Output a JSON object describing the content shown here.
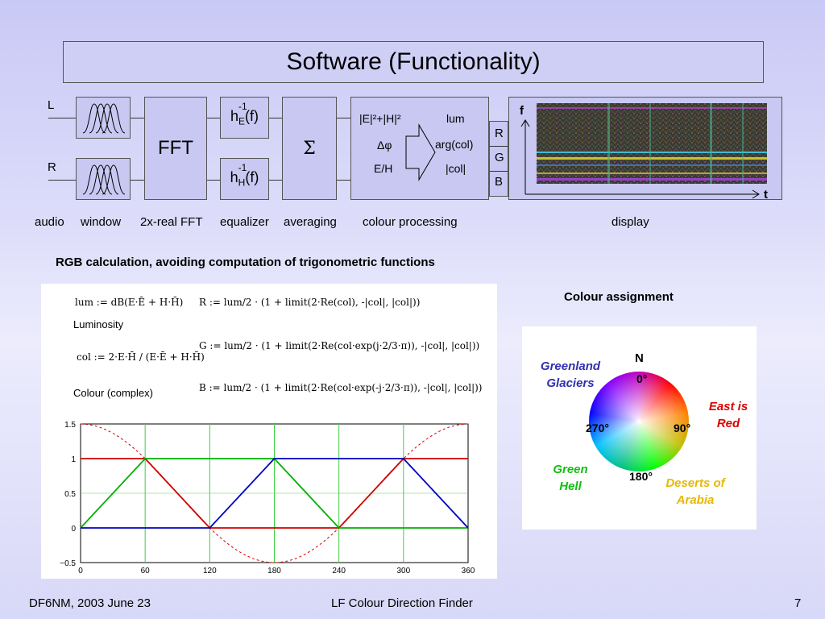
{
  "slide": {
    "title": "Software (Functionality)"
  },
  "pipeline": {
    "inputs": {
      "left": "L",
      "right": "R"
    },
    "fft_label": "FFT",
    "equalizer": {
      "top": "h",
      "top_sub": "E",
      "bottom": "h",
      "bottom_sub": "H",
      "sup": "-1",
      "arg": "(f)"
    },
    "sum_symbol": "Σ",
    "colour_processing": {
      "in_lines": [
        "|E|²+|H|²",
        "Δφ",
        "E/H"
      ],
      "out_lines": [
        "lum",
        "arg(col)",
        "|col|"
      ]
    },
    "rgb_labels": [
      "R",
      "G",
      "B"
    ],
    "display_axes": {
      "y": "f",
      "x": "t"
    },
    "stage_labels": [
      "audio",
      "window",
      "2x-real FFT",
      "equalizer",
      "averaging",
      "colour processing",
      "display"
    ]
  },
  "rgb_section": {
    "heading": "RGB calculation, avoiding computation of trigonometric functions",
    "lum_formula": "lum := dB(E·Ē + H·H̄)",
    "lum_caption": "Luminosity",
    "col_formula": "col := 2·E·H̄ / (E·Ē + H·H̄)",
    "col_caption": "Colour (complex)",
    "r_formula": "R := lum/2 · (1 + limit(2·Re(col), -|col|, |col|))",
    "g_formula": "G := lum/2 · (1 + limit(2·Re(col·exp(j·2/3·π)), -|col|, |col|))",
    "b_formula": "B := lum/2 · (1 + limit(2·Re(col·exp(-j·2/3·π)), -|col|, |col|))"
  },
  "chart_data": {
    "type": "line",
    "x": [
      0,
      60,
      120,
      180,
      240,
      300,
      360
    ],
    "xticks": [
      "0",
      "60",
      "120",
      "180",
      "240",
      "300",
      "360"
    ],
    "yticks": [
      "1.5",
      "1",
      "0.5",
      "0",
      "−0.5"
    ],
    "xlim": [
      0,
      360
    ],
    "ylim": [
      -0.5,
      1.5
    ],
    "grid": true,
    "series": [
      {
        "color": "#d00000",
        "values": [
          1,
          1,
          0,
          0,
          0,
          1,
          1
        ]
      },
      {
        "color": "#00b000",
        "values": [
          0,
          1,
          1,
          1,
          0,
          0,
          0
        ]
      },
      {
        "color": "#0000c0",
        "values": [
          0,
          0,
          0,
          1,
          1,
          1,
          0
        ]
      }
    ],
    "dashed_series": {
      "color": "#d00000",
      "function": "0.5+cos(x)",
      "values": [
        1.5,
        1.0,
        0.0,
        -0.5,
        0.0,
        1.0,
        1.5
      ]
    }
  },
  "colour_assignment": {
    "heading": "Colour assignment",
    "north": "N",
    "angles": {
      "top": "0°",
      "right": "90°",
      "bottom": "180°",
      "left": "270°"
    },
    "regions": {
      "nw": {
        "text": "Greenland Glaciers",
        "color": "#3030b0"
      },
      "e": {
        "text": "East is Red",
        "color": "#dd0000"
      },
      "sw": {
        "text": "Green Hell",
        "color": "#10c010"
      },
      "se": {
        "text": "Deserts of Arabia",
        "color": "#e8b800"
      }
    }
  },
  "footer": {
    "left": "DF6NM,  2003 June 23",
    "center": "LF Colour Direction Finder",
    "page": "7"
  }
}
